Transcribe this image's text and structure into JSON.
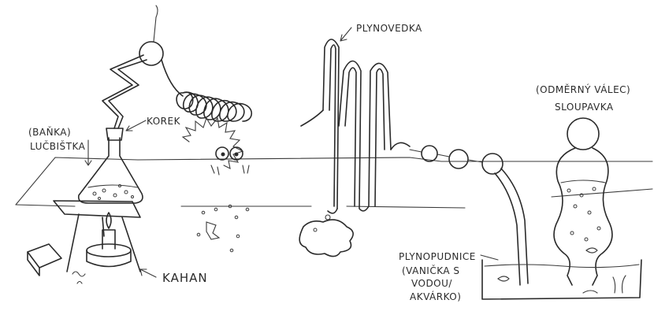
{
  "labels": {
    "plynovedka": "PLYNOVEDKA",
    "odmerny_valec": "(ODMĚRNÝ VÁLEC)",
    "sloupavka": "SLOUPAVKA",
    "banka": "(BAŇKA)",
    "lucbistka": "LUČBIŠTKA",
    "korek": "KOREK",
    "kahan": "KAHAN",
    "plynopudnice": "PLYNOPUDNICE",
    "vanicka": "(VANIČKA S",
    "vodou": "VODOU/",
    "akvarko": "AKVÁRKO)"
  }
}
